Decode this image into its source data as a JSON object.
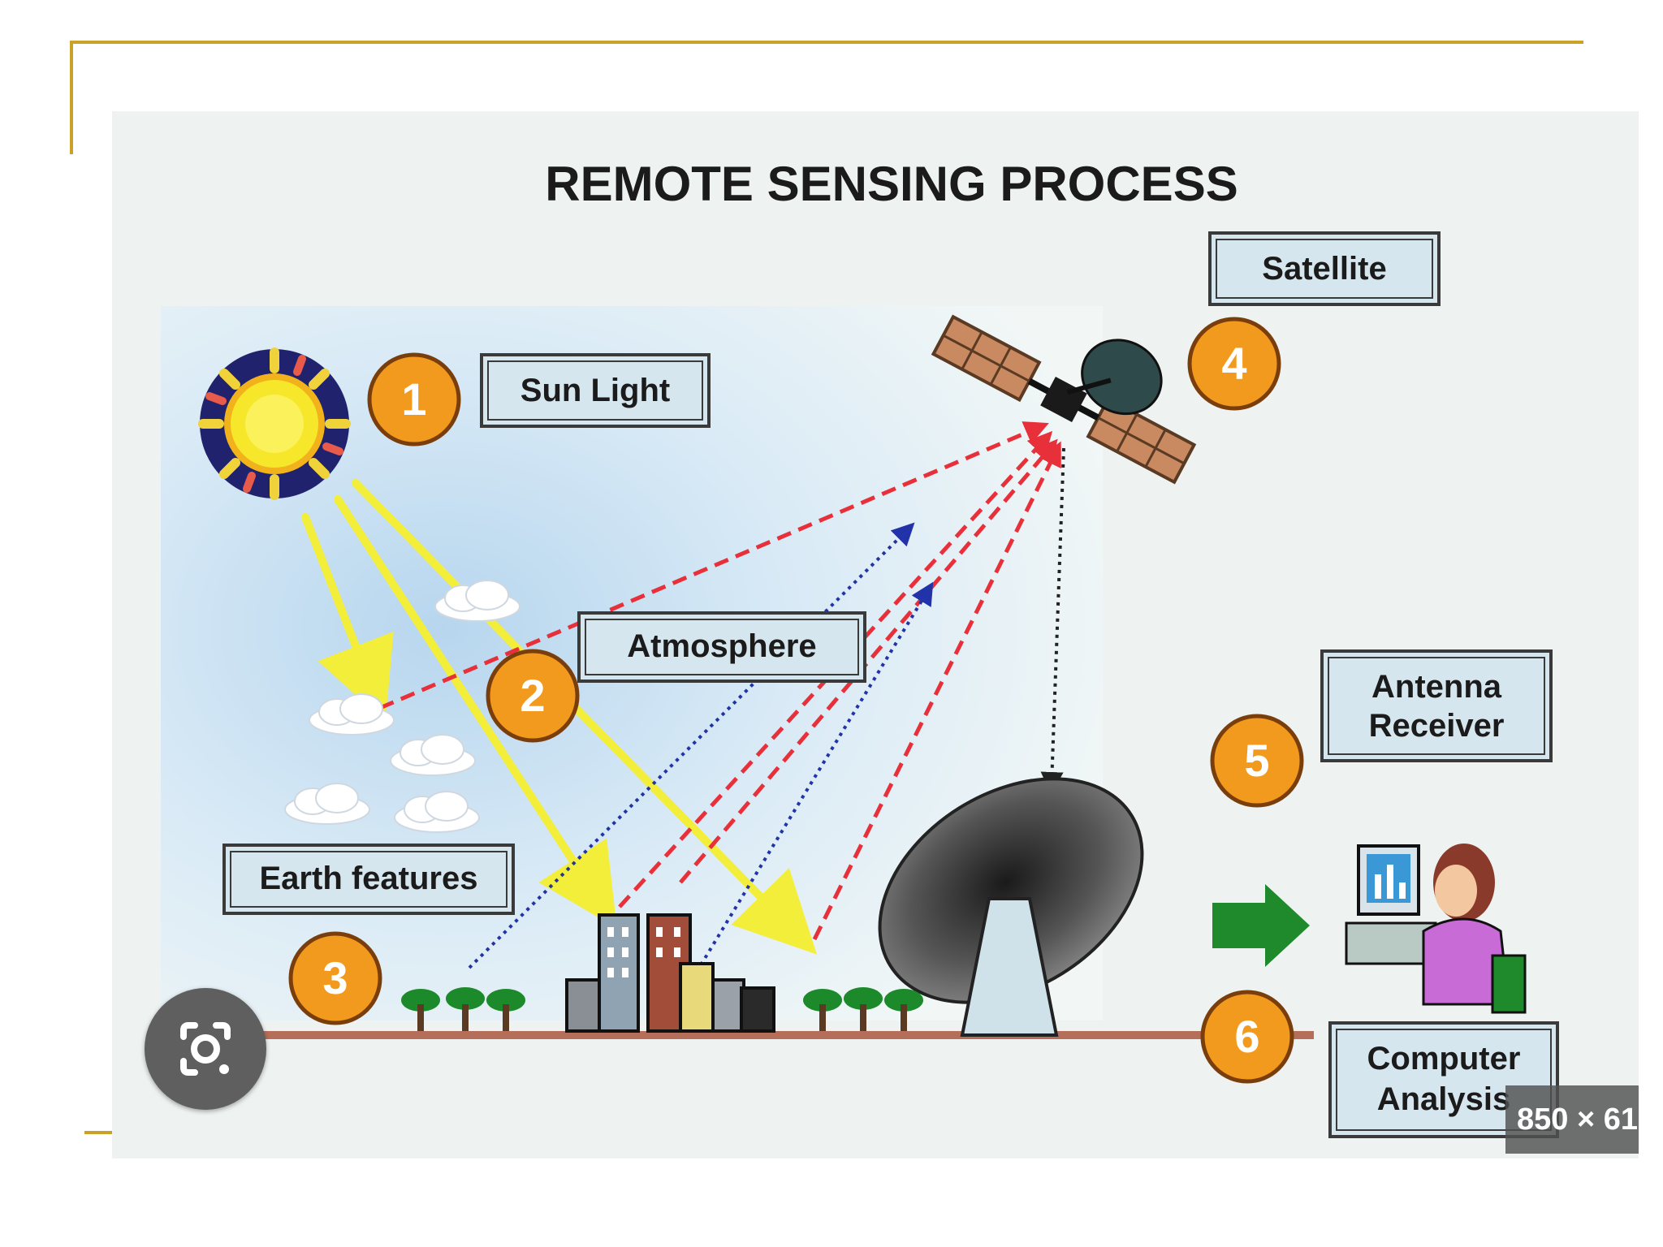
{
  "diagram": {
    "title": "REMOTE SENSING PROCESS",
    "steps": [
      {
        "number": "1",
        "label": "Sun Light"
      },
      {
        "number": "2",
        "label": "Atmosphere"
      },
      {
        "number": "3",
        "label": "Earth features"
      },
      {
        "number": "4",
        "label": "Satellite"
      },
      {
        "number": "5",
        "label_line1": "Antenna",
        "label_line2": "Receiver"
      },
      {
        "number": "6",
        "label_line1": "Computer",
        "label_line2": "Analysis"
      }
    ]
  },
  "overlay": {
    "lens_icon": "google-lens-icon",
    "image_size": "850 × 61"
  },
  "colors": {
    "accent_gold": "#c9a227",
    "badge_orange": "#f29a1d",
    "ray_yellow": "#f3ee3a",
    "reflect_red": "#e8303a",
    "emit_blue": "#2233aa",
    "arrow_green": "#1e8a2c"
  }
}
